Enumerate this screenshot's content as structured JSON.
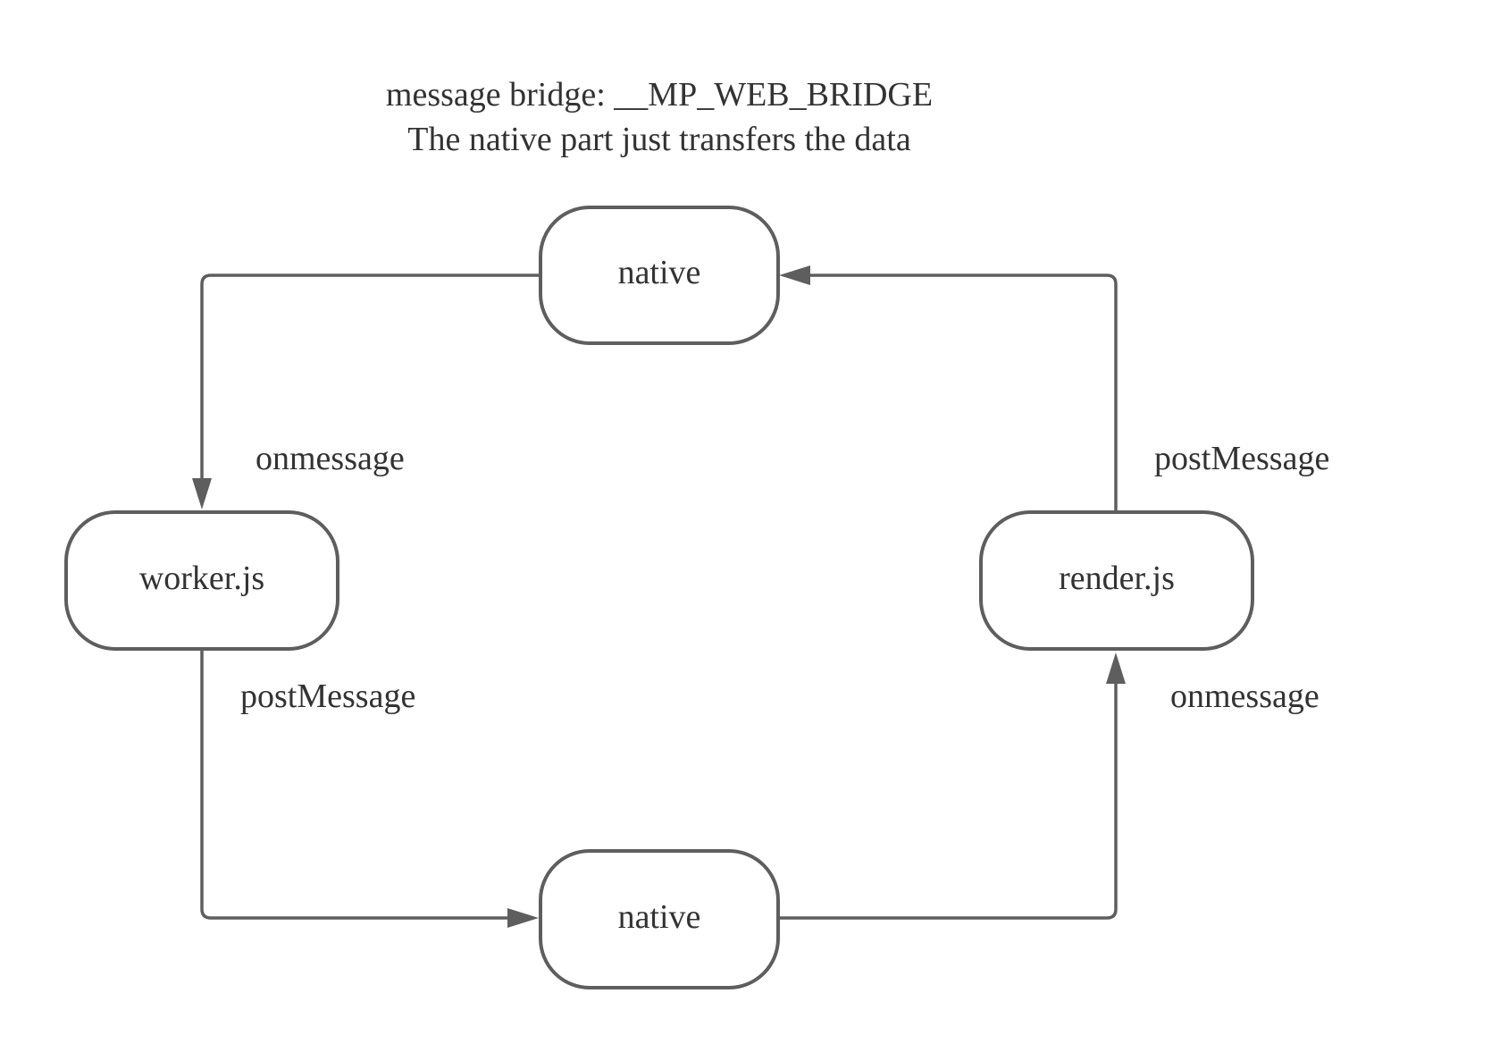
{
  "header": {
    "title": "message bridge: __MP_WEB_BRIDGE",
    "subtitle": "The native part just transfers the data"
  },
  "nodes": {
    "native_top": {
      "label": "native"
    },
    "worker": {
      "label": "worker.js"
    },
    "render": {
      "label": "render.js"
    },
    "native_bottom": {
      "label": "native"
    }
  },
  "edges": {
    "native_to_worker": {
      "label": "onmessage"
    },
    "worker_to_native": {
      "label": "postMessage"
    },
    "native_to_render": {
      "label": "onmessage"
    },
    "render_to_native": {
      "label": "postMessage"
    }
  },
  "colors": {
    "stroke": "#5e5e5e",
    "text": "#333333",
    "background": "#ffffff"
  }
}
